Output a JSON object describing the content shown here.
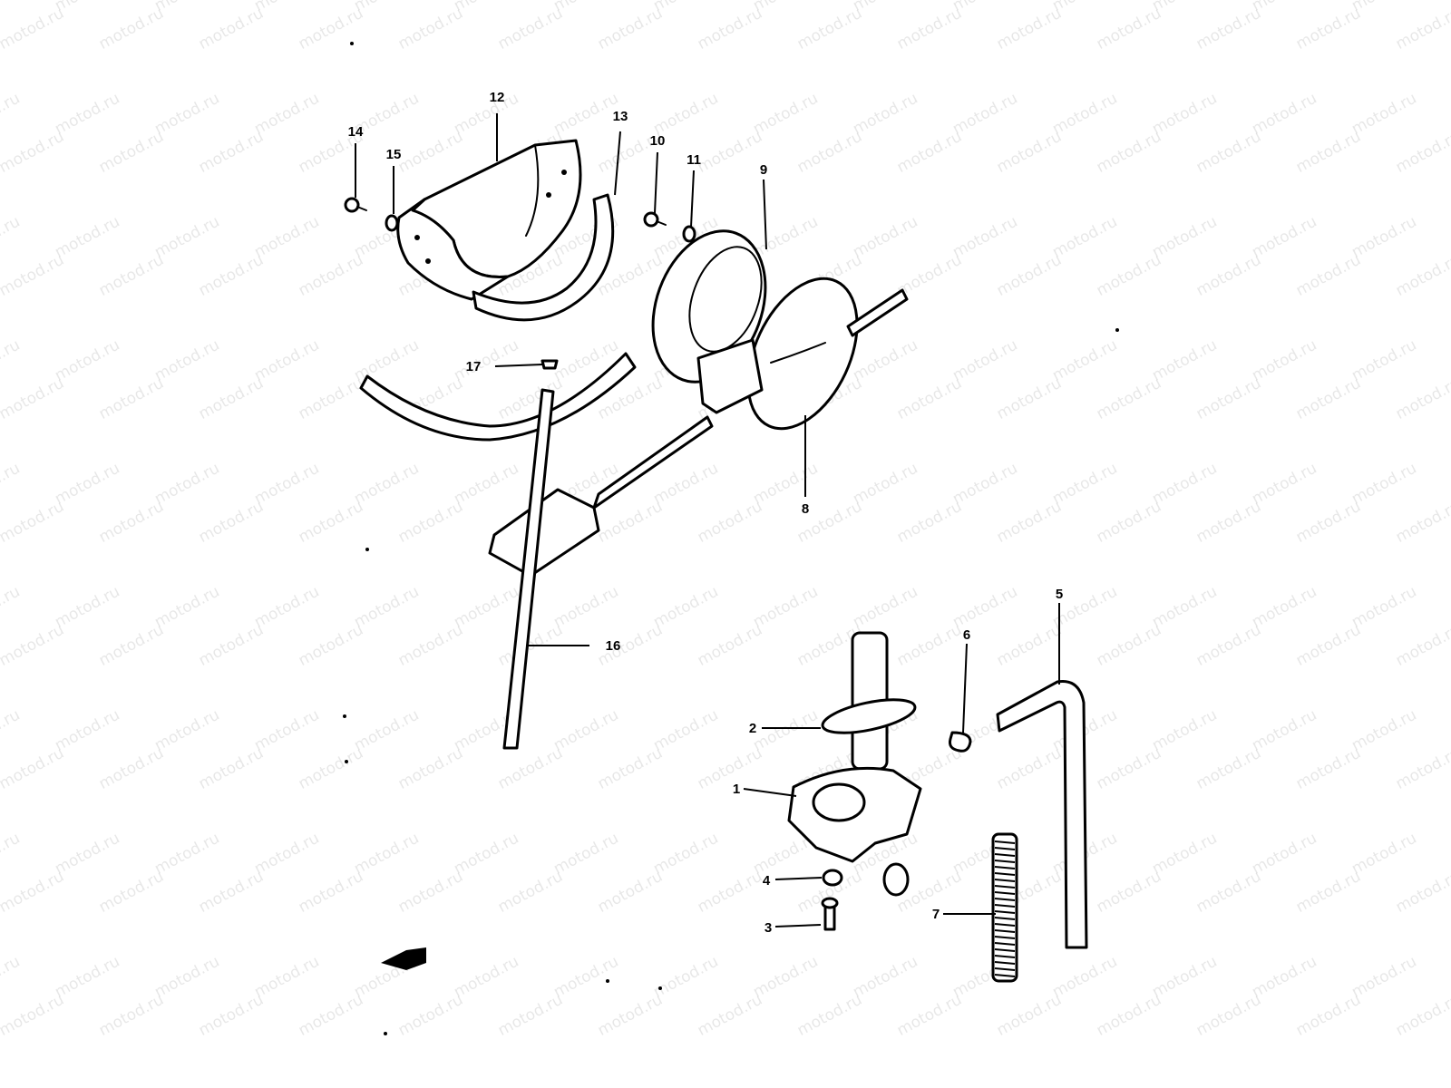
{
  "watermark": "motod.ru",
  "diagram": {
    "type": "exploded-parts-diagram",
    "callouts": [
      "1",
      "2",
      "3",
      "4",
      "5",
      "6",
      "7",
      "8",
      "9",
      "10",
      "11",
      "12",
      "13",
      "14",
      "15",
      "16",
      "17"
    ]
  },
  "colors": {
    "ink": "#000000",
    "paper": "#ffffff"
  }
}
